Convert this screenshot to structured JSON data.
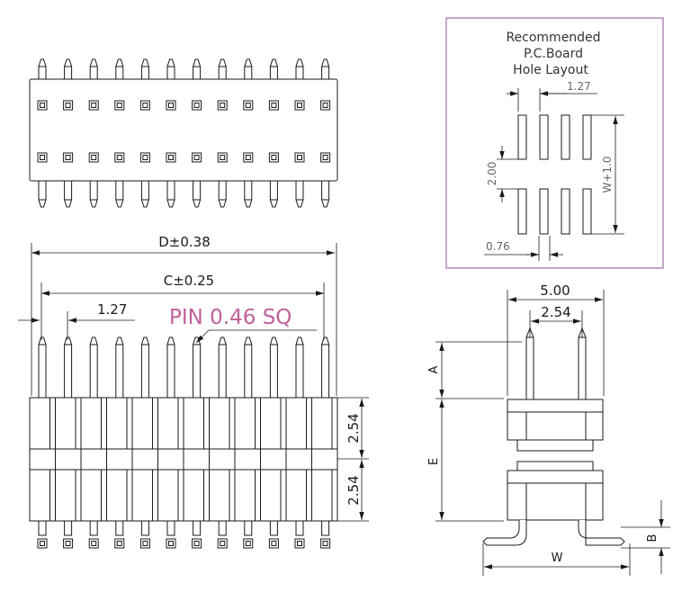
{
  "colors": {
    "line": "#1a1a1a",
    "pin_note": "#c0609a",
    "recommended_box": "#a070a8",
    "pcb_text": "#666666"
  },
  "labels": {
    "d": "D±0.38",
    "c": "C±0.25",
    "pitch_top": "1.27",
    "pin": "PIN 0.46 SQ",
    "row1": "2.54",
    "row2": "2.54",
    "side_width": "5.00",
    "side_pitch": "2.54",
    "a": "A",
    "e": "E",
    "b": "B",
    "w": "W"
  },
  "pcb": {
    "title_lines": [
      "Recommended",
      "P.C.Board",
      "Hole Layout"
    ],
    "pitch": "1.27",
    "row": "2.00",
    "total": "W+1.0",
    "pad": "0.76"
  }
}
